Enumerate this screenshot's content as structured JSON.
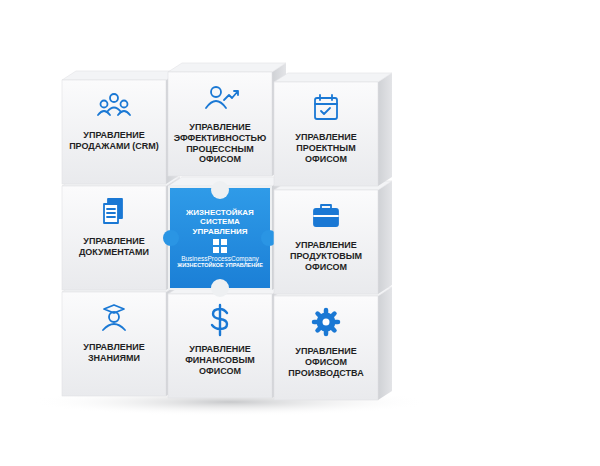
{
  "diagram": {
    "nodes": [
      {
        "text": [
          "УПРАВЛЕНИЕ ПРОДАЖАМИ (CRM)"
        ]
      },
      {
        "text": [
          "УПРАВЛЕНИЕ ЭФФЕКТИВНОСТЬЮ ПРОЦЕССНЫМ ОФИСОМ"
        ]
      },
      {
        "text": [
          "УПРАВЛЕНИЕ ПРОЕКТНЫМ ОФИСОМ"
        ]
      },
      {
        "text": [
          "УПРАВЛЕНИЕ ДОКУМЕНТАМИ"
        ]
      },
      {
        "text": [
          "ЖИЗНЕСТОЙКАЯ СИСТЕМА УПРАВЛЕНИЯ",
          "BusinessProcessCompany",
          "ЖИЗНЕСТОЙКОЕ УПРАВЛЕНИЕ"
        ]
      },
      {
        "text": [
          "УПРАВЛЕНИЕ ПРОДУКТОВЫМ ОФИСОМ"
        ]
      },
      {
        "text": [
          "УПРАВЛЕНИЕ ЗНАНИЯМИ"
        ]
      },
      {
        "text": [
          "УПРАВЛЕНИЕ ФИНАНСОВЫМ ОФИСОМ"
        ]
      },
      {
        "text": [
          "УПРАВЛЕНИЕ ОФИСОМ ПРОИЗВОДСТВА"
        ]
      }
    ]
  }
}
